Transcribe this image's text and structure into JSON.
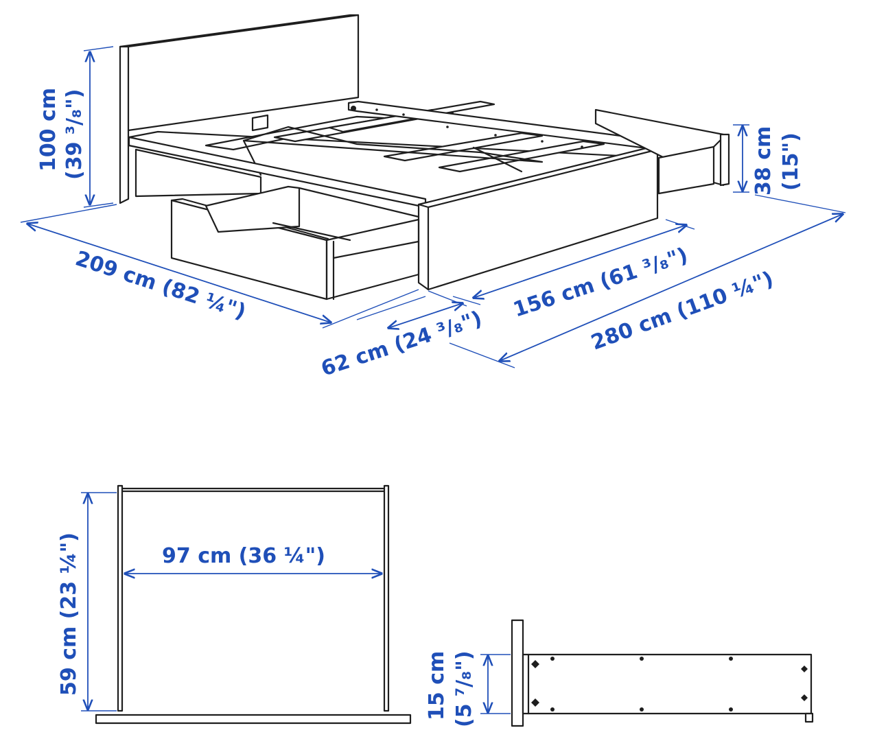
{
  "colors": {
    "dimension": "#1f4fb8",
    "line": "#1e1e1e",
    "background": "#ffffff"
  },
  "labels": {
    "headboard_height": "100 cm",
    "headboard_height_in": "(39 ³/₈\")",
    "bed_height": "38 cm",
    "bed_height_in": "(15\")",
    "length": "209 cm (82 ¼\")",
    "drawer_pullout": "62 cm (24 ³/₈\")",
    "width": "156 cm (61 ³/₈\")",
    "total_with_drawers": "280 cm (110 ¼\")",
    "drawer_width": "97 cm (36 ¼\")",
    "drawer_depth": "59 cm (23 ¼\")",
    "drawer_height": "15 cm",
    "drawer_height_in": "(5 ⁷/₈\")"
  }
}
